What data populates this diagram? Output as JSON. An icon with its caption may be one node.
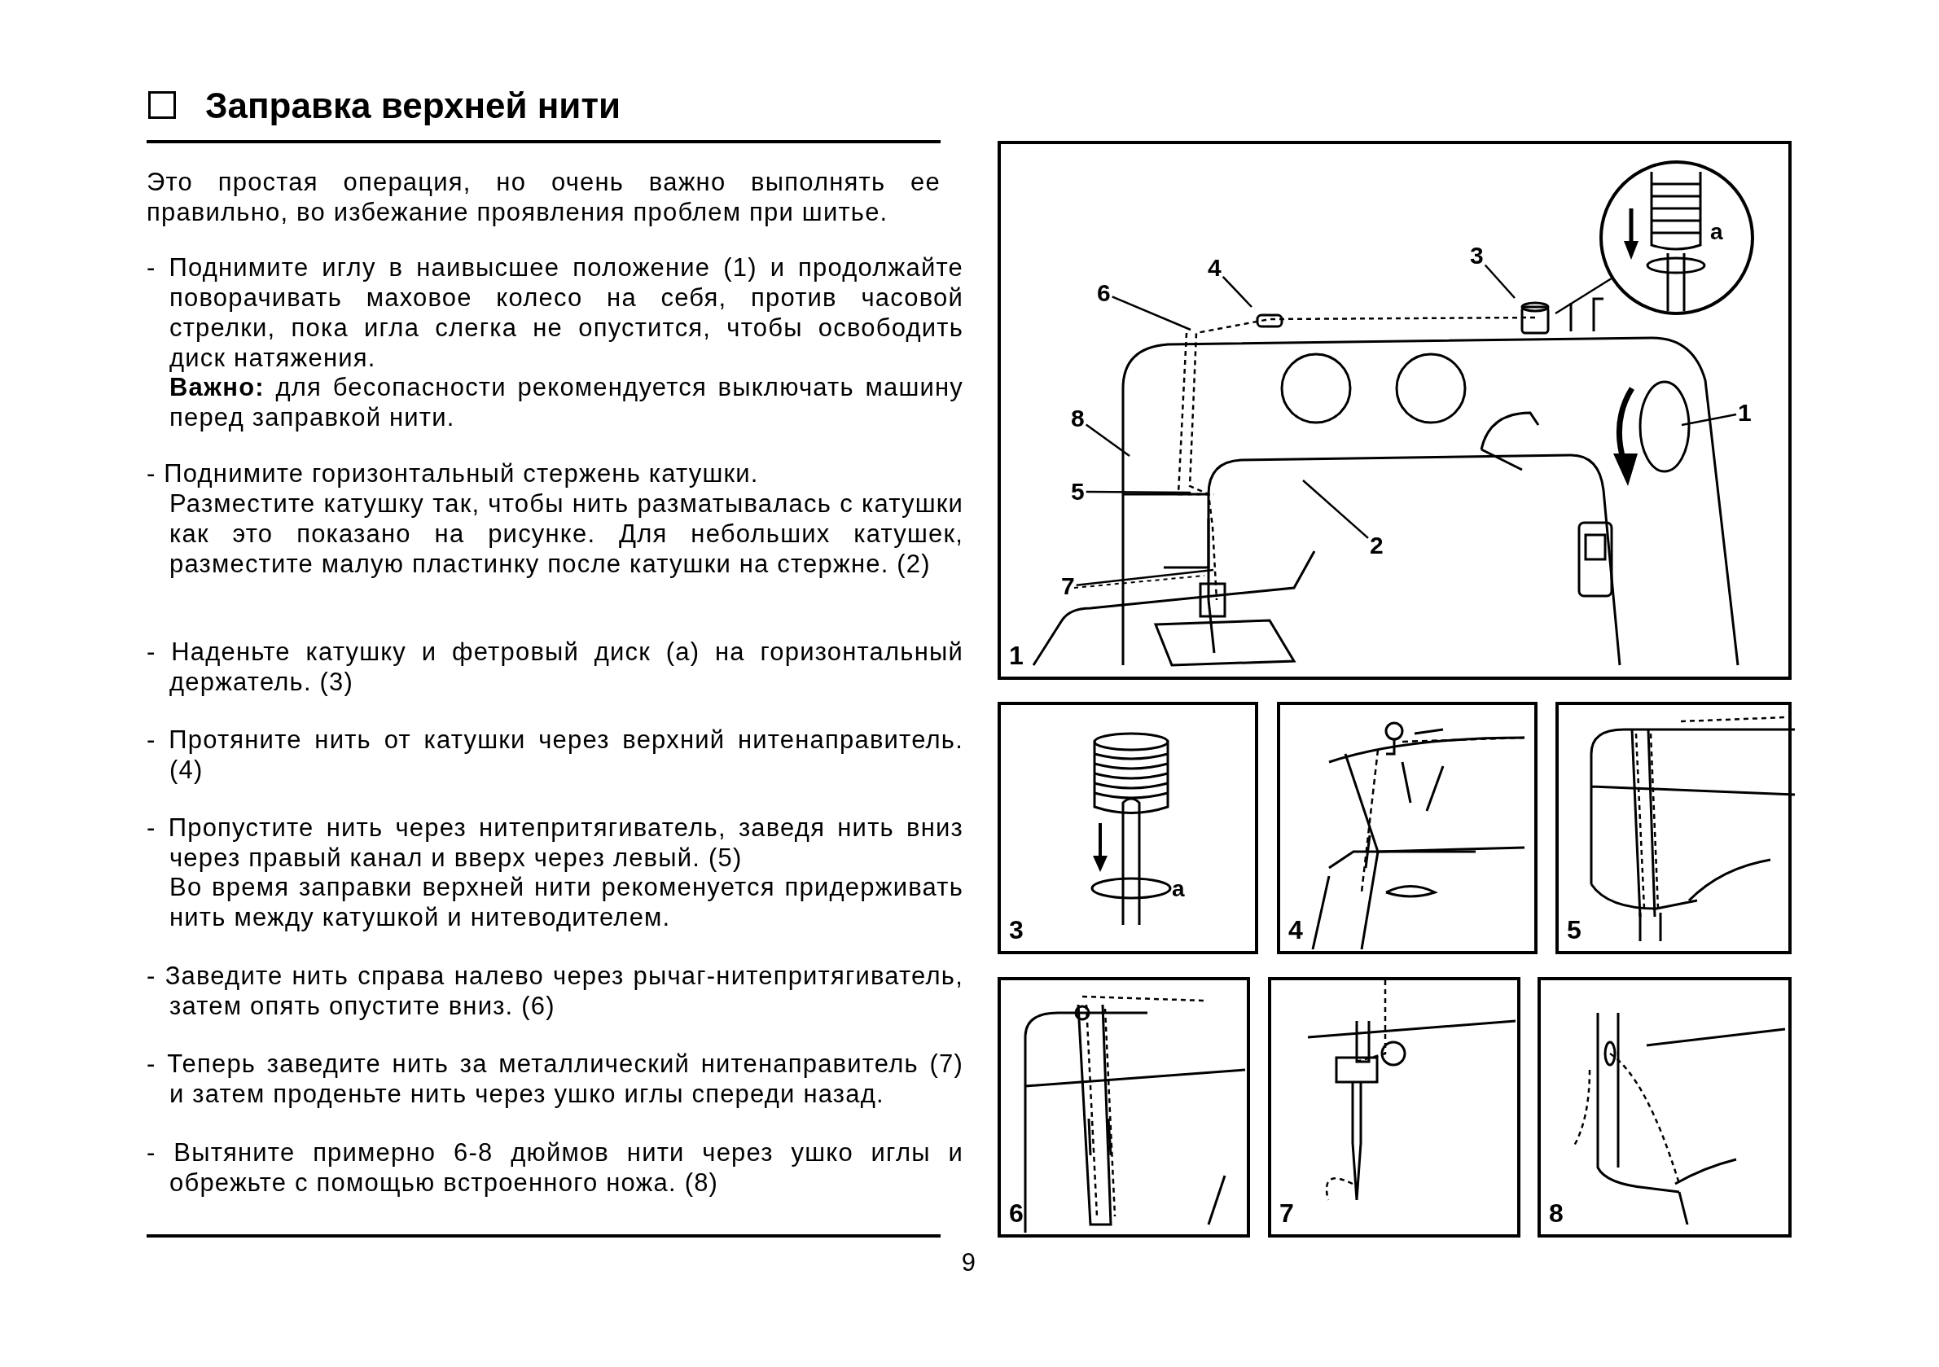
{
  "diagram": {
    "title": "Заправка верхней нити",
    "nodes": [
      {
        "text": [
          "1"
        ]
      },
      {
        "text": [
          "1"
        ],
        "in": 0
      },
      {
        "text": [
          "2"
        ],
        "in": 0
      },
      {
        "text": [
          "3"
        ],
        "in": 0
      },
      {
        "text": [
          "4"
        ],
        "in": 0
      },
      {
        "text": [
          "5"
        ],
        "in": 0
      },
      {
        "text": [
          "6"
        ],
        "in": 0
      },
      {
        "text": [
          "7"
        ],
        "in": 0
      },
      {
        "text": [
          "8"
        ],
        "in": 0
      },
      {
        "text": [
          "a"
        ],
        "in": 0
      },
      {
        "text": [
          "3",
          "a"
        ]
      },
      {
        "text": [
          "4"
        ]
      },
      {
        "text": [
          "5"
        ]
      },
      {
        "text": [
          "6"
        ]
      },
      {
        "text": [
          "7"
        ]
      },
      {
        "text": [
          "8"
        ]
      }
    ],
    "edges": [
      {
        "from": 1,
        "to": null,
        "arrow": "none"
      },
      {
        "from": 2,
        "to": null,
        "arrow": "none"
      },
      {
        "from": 3,
        "to": null,
        "arrow": "none"
      },
      {
        "from": 4,
        "to": null,
        "arrow": "none"
      },
      {
        "from": 5,
        "to": null,
        "arrow": "none"
      },
      {
        "from": 6,
        "to": null,
        "arrow": "none"
      },
      {
        "from": 7,
        "to": null,
        "arrow": "none"
      },
      {
        "from": 8,
        "to": null,
        "arrow": "none"
      },
      {
        "from": 9,
        "to": null,
        "arrow": "none"
      }
    ],
    "labels": [
      "Это простая операция, но очень важно выполнять ее правильно, во избежание проявления проблем при шитье.",
      "- Поднимите иглу в наивысшее положение (1) и продолжайте поворачивать маховое колесо на себя, против часовой стрелки, пока игла слегка не опустится, чтобы освободить диск натяжения.",
      "**Важно:** для бесопасности рекомендуется выключать машину перед заправкой нити.",
      "- Поднимите горизонтальный стержень катушки.",
      "Разместите катушку так, чтобы нить разматывалась с катушки как это показано на рисунке. Для небольших катушек, разместите малую пластинку после катушки на стержне. (2)",
      "- Наденьте катушку и фетровый диск (а) на горизонтальный держатель. (3)",
      "- Протяните нить от катушки через верхний нитенаправитель. (4)",
      "- Пропустите нить через нитепритягиватель, заведя нить вниз через правый канал и вверх через левый. (5)",
      "Во время заправки верхней нити рекоменуется придерживать нить между катушкой и нитеводителем.",
      "- Заведите нить справа налево через рычаг-нитепритягиватель, затем опять опустите вниз. (6)",
      "- Теперь заведите нить за металлический нитенаправитель (7) и затем проденьте нить через ушко иглы спереди назад.",
      "- Вытяните примерно 6-8 дюймов нити через ушко иглы и обрежьте с помощью встроенного ножа. (8)",
      "9"
    ]
  }
}
